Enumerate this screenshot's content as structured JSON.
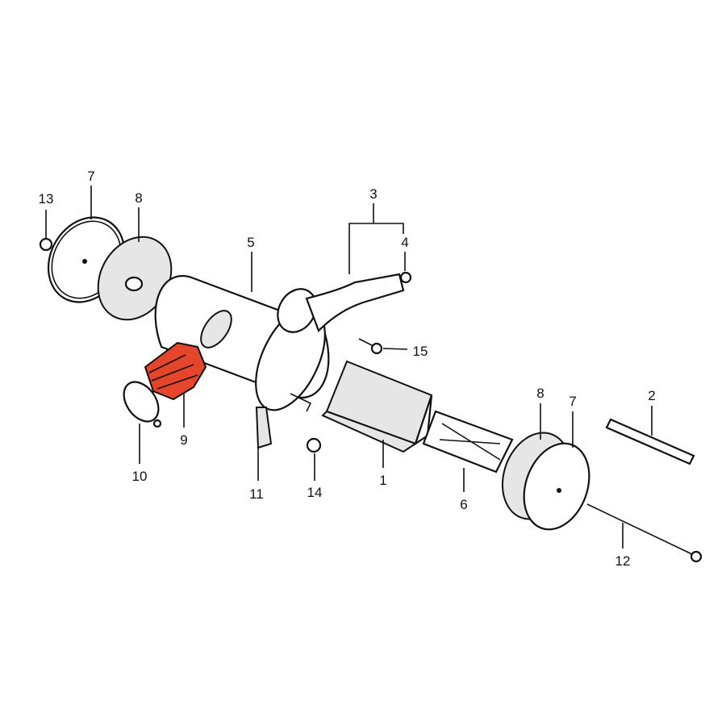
{
  "highlight_color": "#e5452a",
  "highlighted_part": "9",
  "callouts": {
    "p1": "1",
    "p2": "2",
    "p3": "3",
    "p4": "4",
    "p5": "5",
    "p6": "6",
    "p7a": "7",
    "p7b": "7",
    "p8a": "8",
    "p8b": "8",
    "p9": "9",
    "p10": "10",
    "p11": "11",
    "p12": "12",
    "p13": "13",
    "p14": "14",
    "p15": "15"
  }
}
